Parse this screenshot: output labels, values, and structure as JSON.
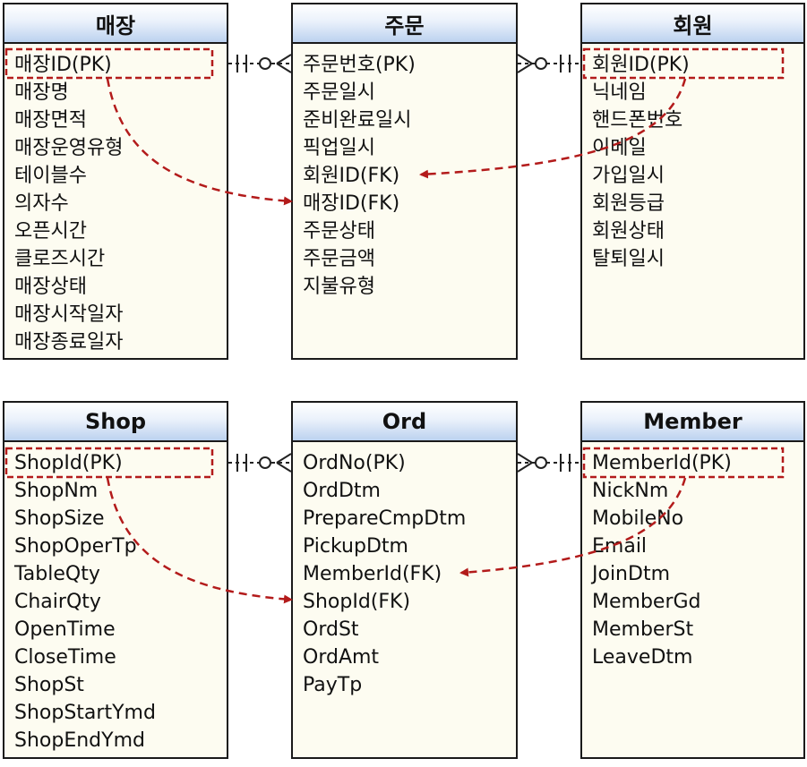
{
  "diagrams": [
    {
      "entities": {
        "store": {
          "title": "매장",
          "attributes": [
            "매장ID(PK)",
            "매장명",
            "매장면적",
            "매장운영유형",
            "테이블수",
            "의자수",
            "오픈시간",
            "클로즈시간",
            "매장상태",
            "매장시작일자",
            "매장종료일자"
          ]
        },
        "order": {
          "title": "주문",
          "attributes": [
            "주문번호(PK)",
            "주문일시",
            "준비완료일시",
            "픽업일시",
            "회원ID(FK)",
            "매장ID(FK)",
            "주문상태",
            "주문금액",
            "지불유형"
          ]
        },
        "member": {
          "title": "회원",
          "attributes": [
            "회원ID(PK)",
            "닉네임",
            "핸드폰번호",
            "이메일",
            "가입일시",
            "회원등급",
            "회원상태",
            "탈퇴일시"
          ]
        }
      }
    },
    {
      "entities": {
        "store": {
          "title": "Shop",
          "attributes": [
            "ShopId(PK)",
            "ShopNm",
            "ShopSize",
            "ShopOperTp",
            "TableQty",
            "ChairQty",
            "OpenTime",
            "CloseTime",
            "ShopSt",
            "ShopStartYmd",
            "ShopEndYmd"
          ]
        },
        "order": {
          "title": "Ord",
          "attributes": [
            "OrdNo(PK)",
            "OrdDtm",
            "PrepareCmpDtm",
            "PickupDtm",
            "MemberId(FK)",
            "ShopId(FK)",
            "OrdSt",
            "OrdAmt",
            "PayTp"
          ]
        },
        "member": {
          "title": "Member",
          "attributes": [
            "MemberId(PK)",
            "NickNm",
            "MobileNo",
            "Email",
            "JoinDtm",
            "MemberGd",
            "MemberSt",
            "LeaveDtm"
          ]
        }
      }
    }
  ],
  "colors": {
    "border": "#1a1a1a",
    "header_gradient": [
      "#ffffff",
      "#bcd2ef"
    ],
    "body_fill": "#fdfcf1",
    "highlight": "#b31b1b"
  }
}
